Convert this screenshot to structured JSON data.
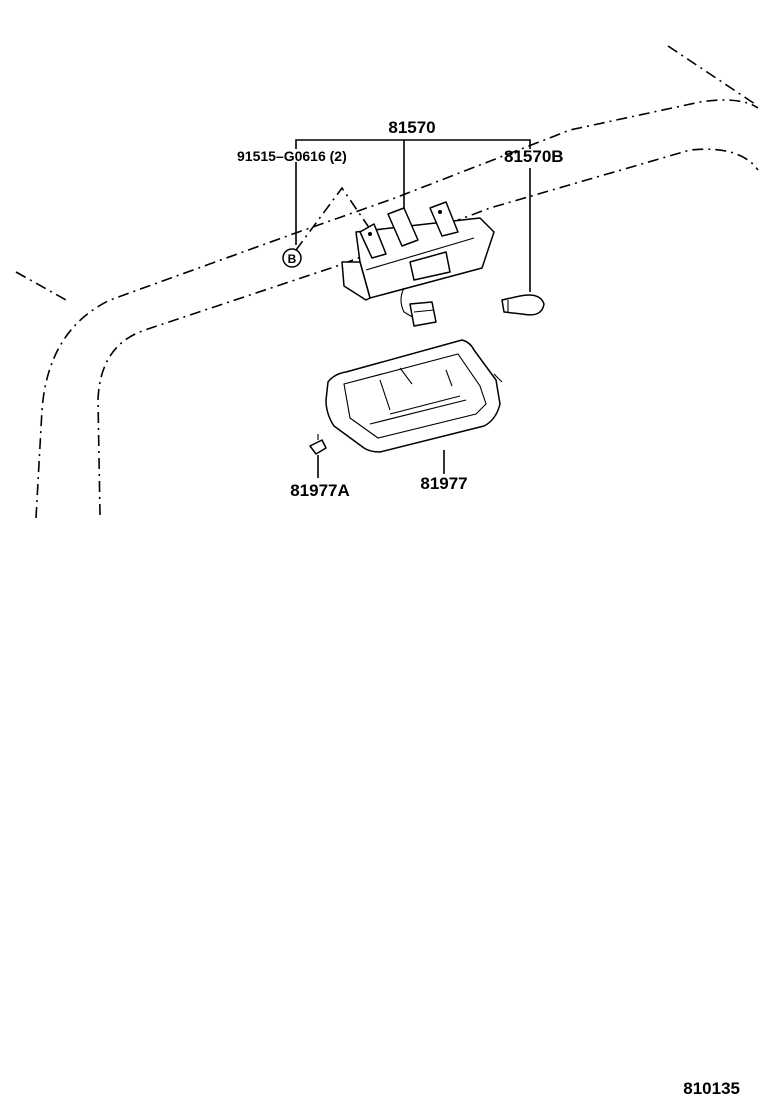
{
  "diagram": {
    "labels": {
      "assembly": "81570",
      "screw": "91515–G0616 (2)",
      "bulb": "81570B",
      "lens": "81977",
      "clip": "81977A",
      "ref_marker": "B",
      "figure_number": "810135"
    },
    "icons": {
      "marker": "circle-letter-icon"
    }
  }
}
